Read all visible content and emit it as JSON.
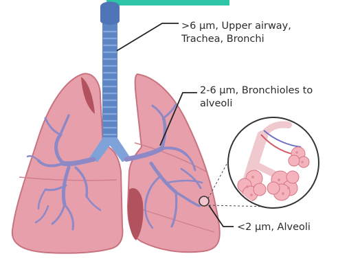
{
  "colors": {
    "lung_fill": "#e7a0ab",
    "lung_dark": "#c9727f",
    "lung_edge": "#b85a69",
    "airway": "#5f86c4",
    "airway_light": "#7fa3d8",
    "bronchi": "#8d88c6",
    "accent_bar": "#2ec4a6",
    "line": "#222222"
  },
  "labels": {
    "upper_line1": ">6 µm, Upper airway,",
    "upper_line2": "Trachea, Bronchi",
    "bronchioles_line1": "2-6  µm, Bronchioles to",
    "bronchioles_line2": "alveoli",
    "alveoli": "<2  µm, Alveoli"
  }
}
